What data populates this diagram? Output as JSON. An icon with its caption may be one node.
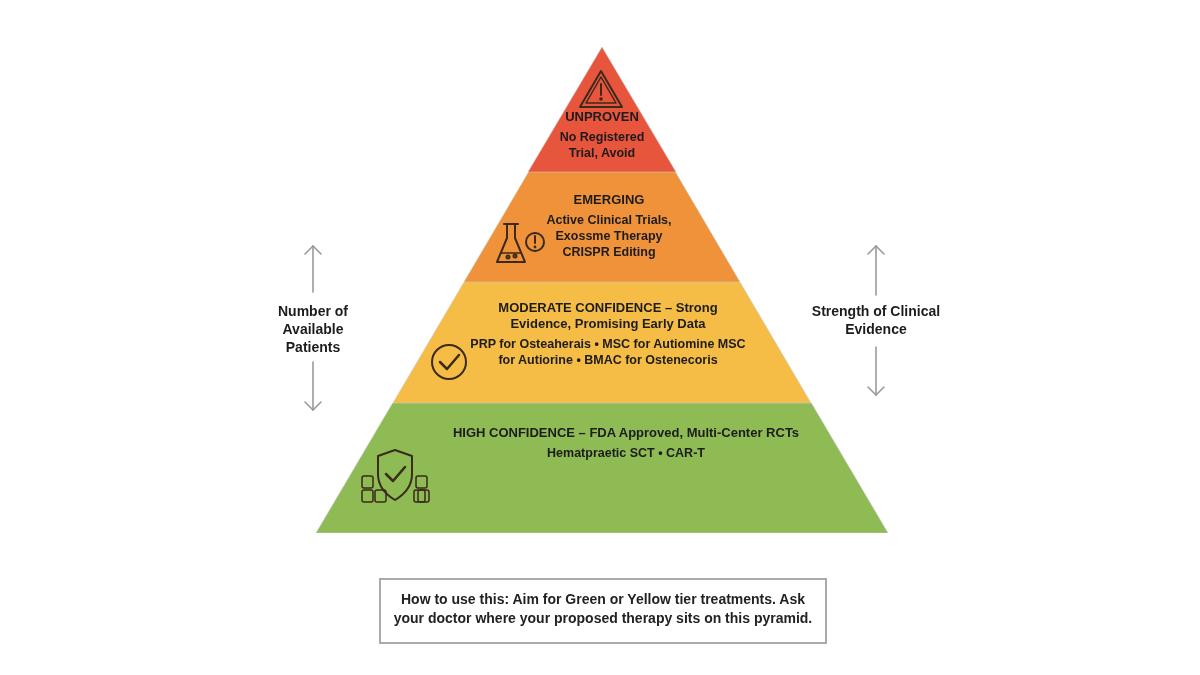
{
  "diagram": {
    "nodes": [
      {
        "text": [
          "UNPROVEN",
          "No Registered Trial, Avoid"
        ]
      },
      {
        "text": [
          "EMERGING",
          "Active Clinical Trials, Exossme Therapy CRISPR Editing"
        ]
      },
      {
        "text": [
          "MODERATE CONFIDENCE – Strong Evidence, Promising Early Data",
          "PRP for Osteaherais • MSC for Autiomine MSC for Autiorine • BMAC for Ostenecoris"
        ]
      },
      {
        "text": [
          "HIGH CONFIDENCE – FDA Approved, Multi-Center RCTs",
          "Hematpraetic SCT • CAR-T"
        ]
      },
      {
        "text": [
          "How to use this: Aim for Green or Yellow tier treatments. Ask your doctor where your proposed therapy sits on this pyramid."
        ]
      }
    ],
    "edges": [],
    "labels": [
      "Number of Available Patients",
      "Strength of Clinical Evidence"
    ]
  }
}
